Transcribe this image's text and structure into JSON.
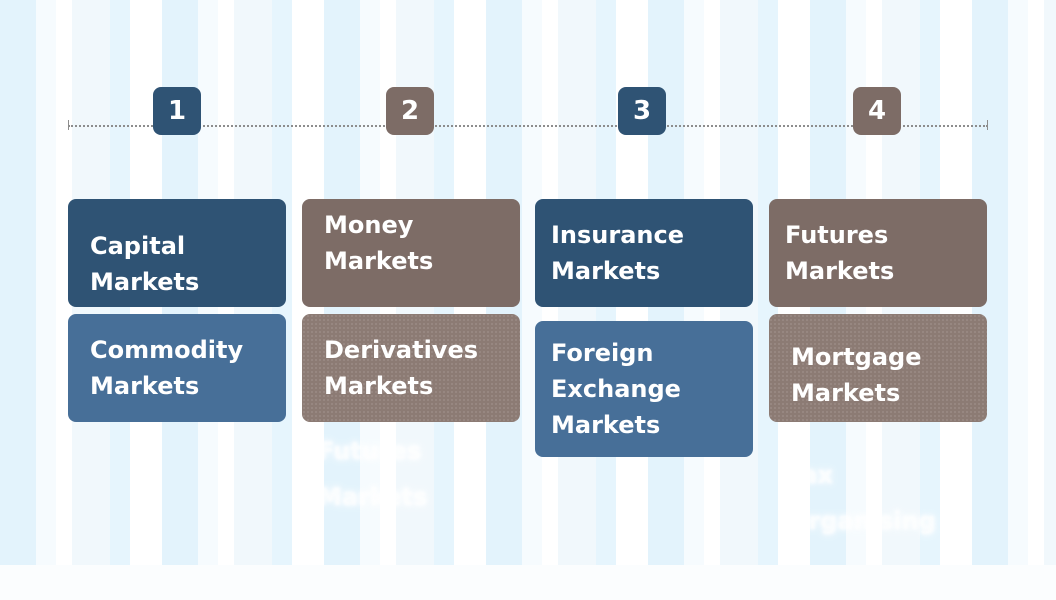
{
  "steps": [
    "1",
    "2",
    "3",
    "4"
  ],
  "colors": {
    "dark_blue": "#2f5374",
    "taupe": "#7d6c66",
    "mid_blue": "#476f98",
    "taupe_light": "#8c7b74",
    "timeline": "#8d8d8d"
  },
  "columns": [
    {
      "top": "Capital\nMarkets",
      "bottom": "Commodity\nMarkets"
    },
    {
      "top": "Money\nMarkets",
      "bottom": "Derivatives\nMarkets",
      "faded": "Futures\nMarkets"
    },
    {
      "top": "Insurance\nMarkets",
      "bottom": "Foreign\nExchange\nMarkets"
    },
    {
      "top": "Futures\nMarkets",
      "bottom": "Mortgage\nMarkets",
      "faded": "Tax\nOrganising"
    }
  ]
}
